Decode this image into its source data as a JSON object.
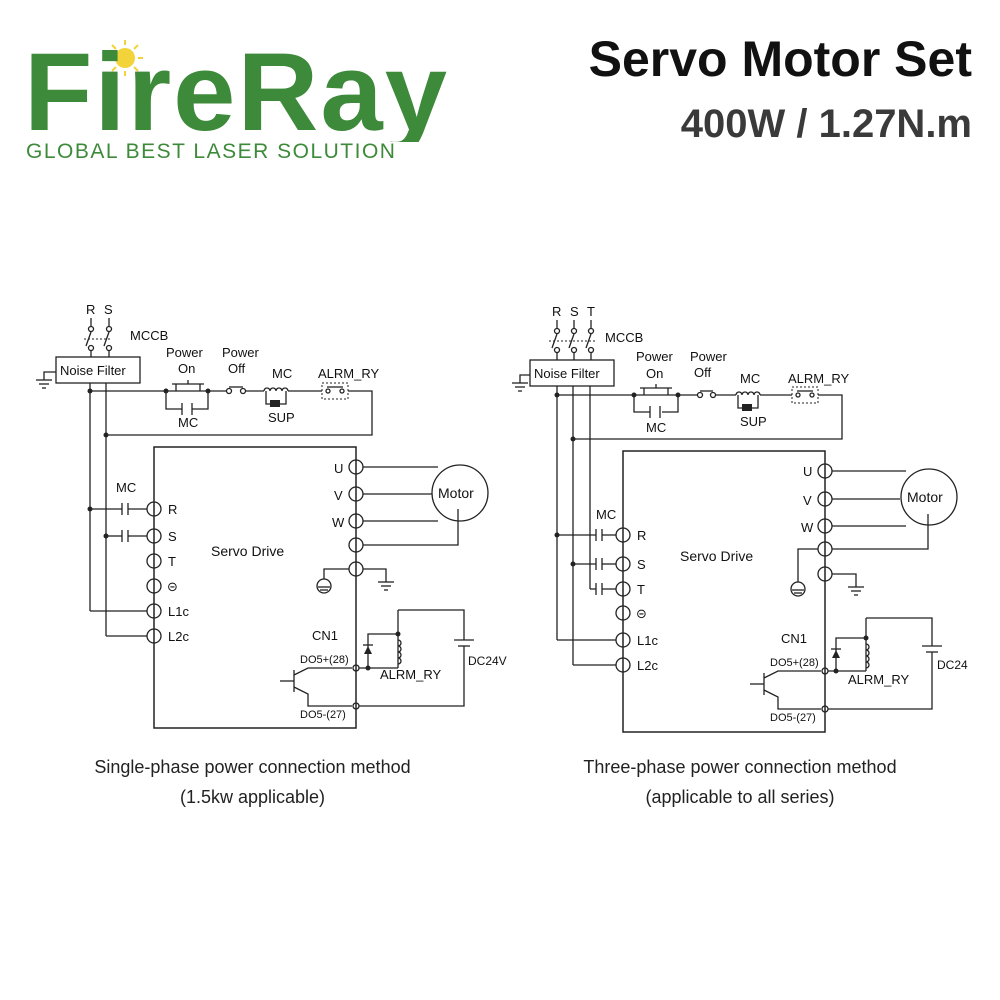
{
  "brand": {
    "name": "FireRay",
    "tagline": "GLOBAL BEST LASER SOLUTION",
    "colors": {
      "green": "#3d8a3a",
      "sun": "#f2d43a"
    }
  },
  "header": {
    "title": "Servo Motor Set",
    "subtitle": "400W / 1.27N.m"
  },
  "left_diagram": {
    "caption_line1": "Single-phase power connection method",
    "caption_line2": "(1.5kw applicable)",
    "phases": [
      "R",
      "S"
    ],
    "mccb": "MCCB",
    "noise_filter": "Noise Filter",
    "power_on": [
      "Power",
      "On"
    ],
    "power_off": [
      "Power",
      "Off"
    ],
    "mc": "MC",
    "alrm_ry": "ALRM_RY",
    "sup": "SUP",
    "servo_drive": "Servo Drive",
    "motor": "Motor",
    "output_terminals": [
      "U",
      "V",
      "W"
    ],
    "input_terminals": [
      "R",
      "S",
      "T",
      "⊝",
      "L1c",
      "L2c"
    ],
    "cn1": "CN1",
    "do_plus": "DO5+(28)",
    "do_minus": "DO5-(27)",
    "dc": "DC24V"
  },
  "right_diagram": {
    "caption_line1": "Three-phase power connection method",
    "caption_line2": "(applicable to all series)",
    "phases": [
      "R",
      "S",
      "T"
    ],
    "mccb": "MCCB",
    "noise_filter": "Noise Filter",
    "power_on": [
      "Power",
      "On"
    ],
    "power_off": [
      "Power",
      "Off"
    ],
    "mc": "MC",
    "alrm_ry": "ALRM_RY",
    "sup": "SUP",
    "servo_drive": "Servo Drive",
    "motor": "Motor",
    "output_terminals": [
      "U",
      "V",
      "W"
    ],
    "input_terminals": [
      "R",
      "S",
      "T",
      "⊝",
      "L1c",
      "L2c"
    ],
    "cn1": "CN1",
    "do_plus": "DO5+(28)",
    "do_minus": "DO5-(27)",
    "dc": "DC24"
  }
}
